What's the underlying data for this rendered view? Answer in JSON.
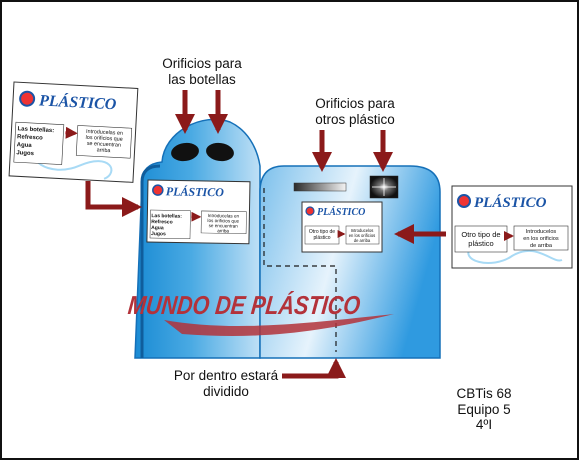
{
  "labels": {
    "orificios_botellas": [
      "Orificios para",
      "las botellas"
    ],
    "orificios_otros": [
      "Orificios para",
      "otros plástico"
    ],
    "dividido": [
      "Por dentro estará",
      "dividido"
    ],
    "credits": [
      "CBTis 68",
      "Equipo 5",
      "4ºI"
    ]
  },
  "title_banner": "MUNDO DE PLÁSTICO",
  "card_bottles": {
    "logo": "PLÁSTICO",
    "left_lines": [
      "Las botellas:",
      "Refresco",
      "Agua",
      "Jugos"
    ],
    "right_lines": [
      "Introducelas en",
      "los orificios que",
      "se encuentran",
      "arriba"
    ]
  },
  "card_other": {
    "logo": "PLÁSTICO",
    "left_lines": [
      "Otro tipo de",
      "plástico"
    ],
    "right_lines": [
      "Introducelos",
      "en los orificios",
      "de arriba"
    ]
  },
  "colors": {
    "container_dark": "#1d8fd6",
    "container_light": "#eaf5fd",
    "arrow": "#8b1a1a",
    "logo_blue": "#1b54a6",
    "banner_text": "#b3323a"
  }
}
